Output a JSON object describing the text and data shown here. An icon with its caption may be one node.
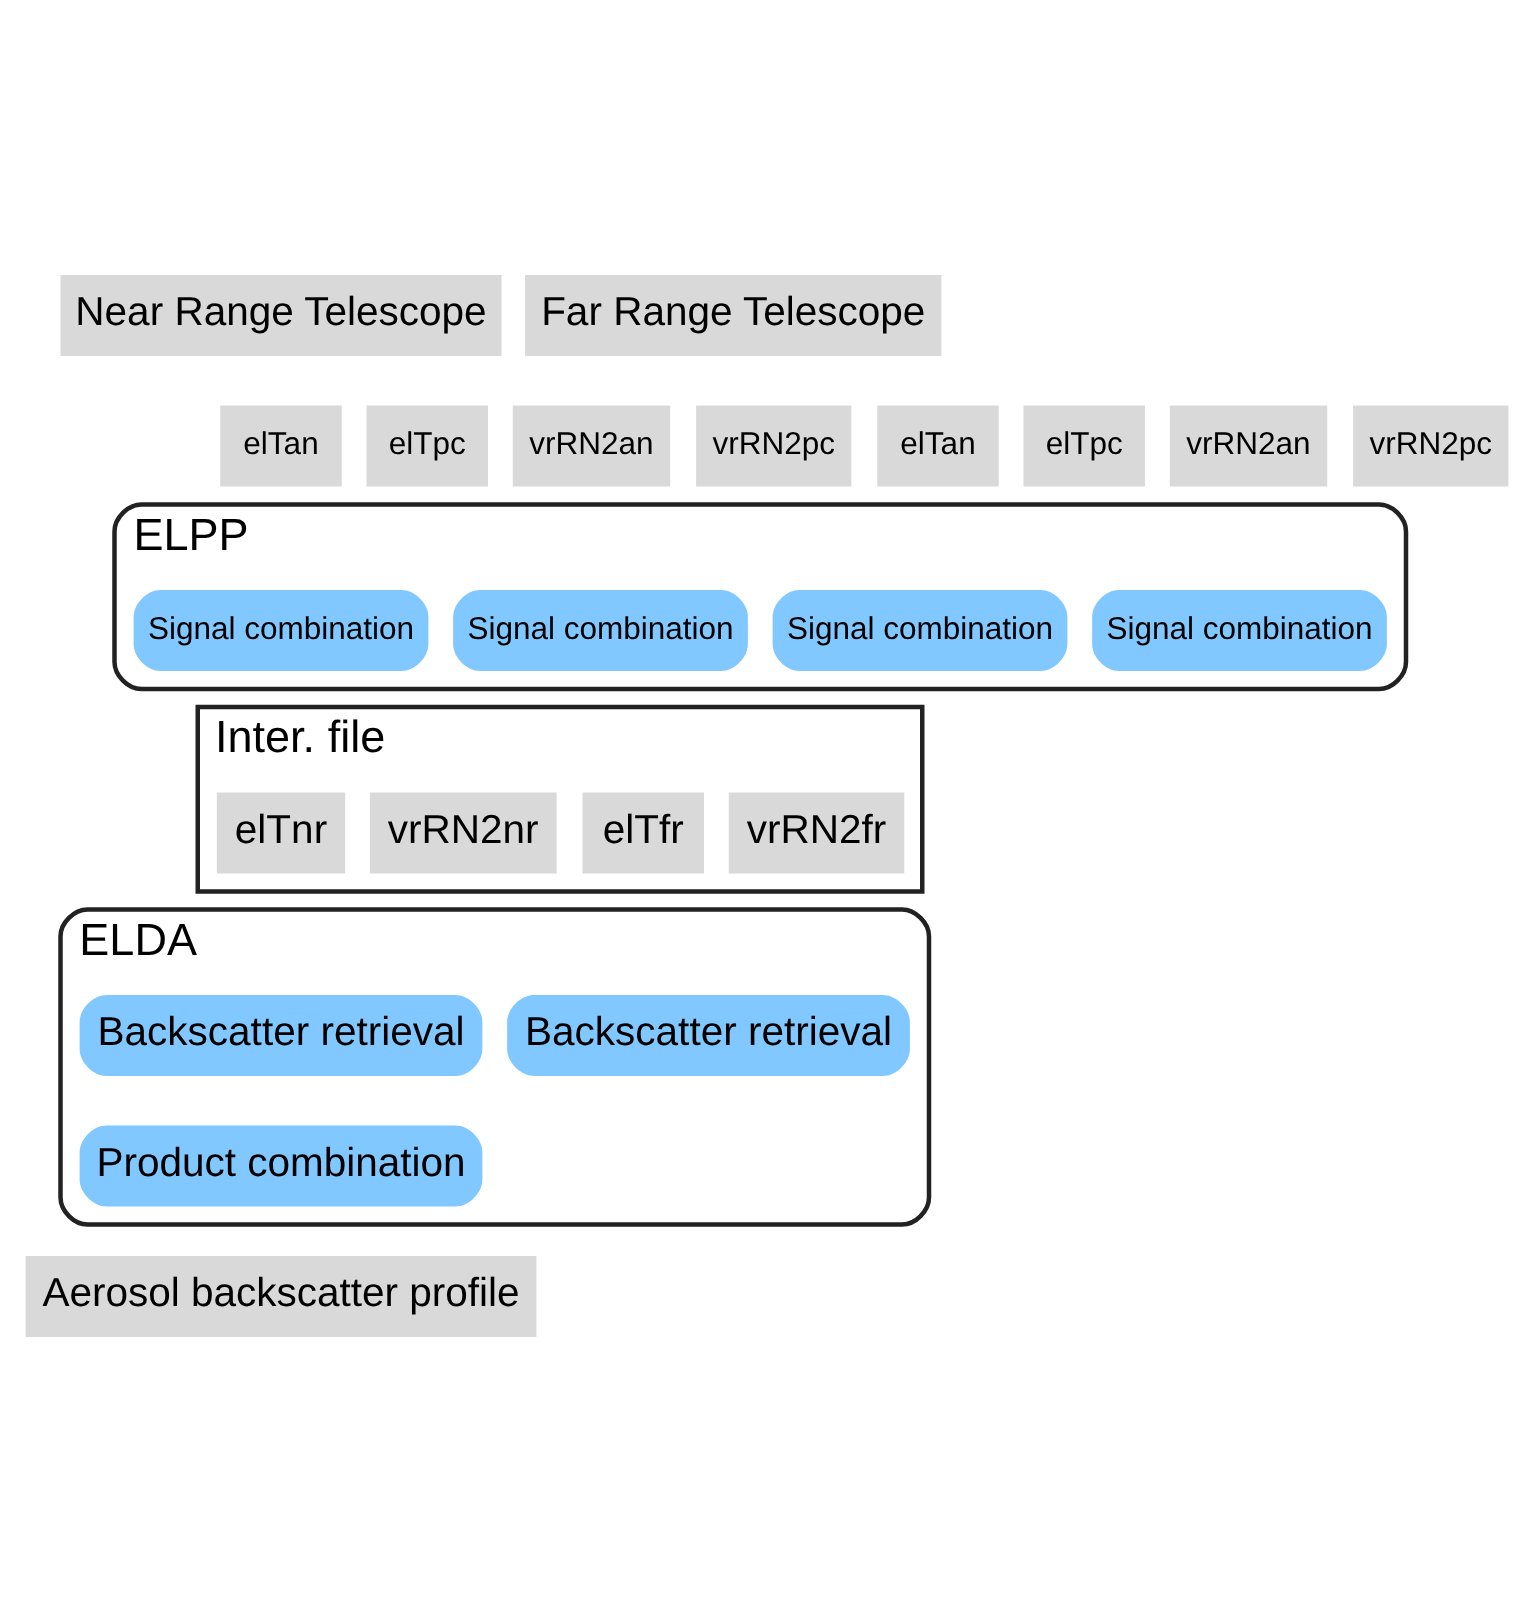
{
  "diagram": {
    "nodes": [
      {
        "text": [
          "Near Range Telescope"
        ]
      },
      {
        "text": [
          "Far Range Telescope"
        ]
      },
      {
        "text": [
          "elTan"
        ]
      },
      {
        "text": [
          "elTpc"
        ]
      },
      {
        "text": [
          "vrRN2an"
        ]
      },
      {
        "text": [
          "vrRN2pc"
        ]
      },
      {
        "text": [
          "elTan"
        ]
      },
      {
        "text": [
          "elTpc"
        ]
      },
      {
        "text": [
          "vrRN2an"
        ]
      },
      {
        "text": [
          "vrRN2pc"
        ]
      },
      {
        "text": [
          "ELPP"
        ]
      },
      {
        "text": [
          "Signal combination"
        ],
        "in": 10
      },
      {
        "text": [
          "Signal combination"
        ],
        "in": 10
      },
      {
        "text": [
          "Signal combination"
        ],
        "in": 10
      },
      {
        "text": [
          "Signal combination"
        ],
        "in": 10
      },
      {
        "text": [
          "Inter. file"
        ]
      },
      {
        "text": [
          "elTnr"
        ],
        "in": 15
      },
      {
        "text": [
          "vrRN2nr"
        ],
        "in": 15
      },
      {
        "text": [
          "elTfr"
        ],
        "in": 15
      },
      {
        "text": [
          "vrRN2fr"
        ],
        "in": 15
      },
      {
        "text": [
          "ELDA"
        ]
      },
      {
        "text": [
          "Backscatter retrieval"
        ],
        "in": 20
      },
      {
        "text": [
          "Backscatter retrieval"
        ],
        "in": 20
      },
      {
        "text": [
          "Product combination"
        ],
        "in": 20
      },
      {
        "text": [
          "Aerosol backscatter profile"
        ]
      }
    ]
  }
}
